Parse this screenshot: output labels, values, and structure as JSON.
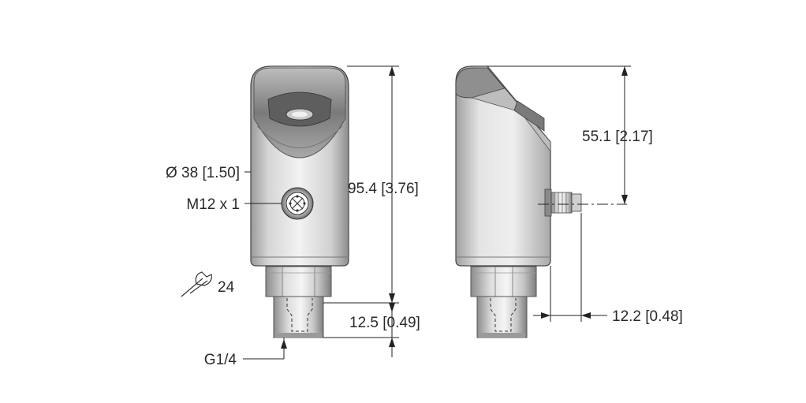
{
  "front_view": {
    "diameter_label": "Ø 38 [1.50]",
    "thread_connector_label": "M12 x 1",
    "wrench_size_label": "24",
    "total_height_label": "95.4 [3.76]",
    "thread_length_label": "12.5 [0.49]",
    "process_thread_label": "G1/4"
  },
  "side_view": {
    "connector_height_label": "55.1 [2.17]",
    "connector_depth_label": "12.2 [0.48]"
  },
  "colors": {
    "housing_light": "#e8e8e8",
    "housing_dark": "#8a8a8a",
    "line": "#222222"
  }
}
